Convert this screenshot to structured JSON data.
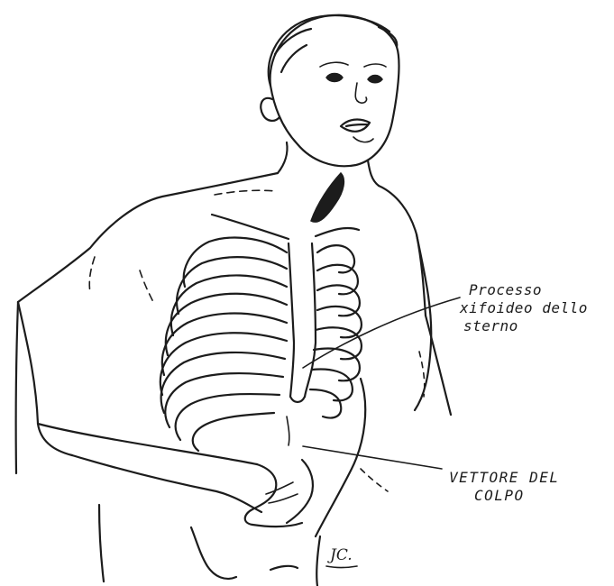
{
  "annotations": {
    "xiphoid": {
      "line1": "Processo",
      "line2": "xifoideo dello",
      "line3": "sterno"
    },
    "blow_vector": {
      "line1": "VETTORE DEL",
      "line2": "COLPO"
    }
  },
  "signature": "JC."
}
